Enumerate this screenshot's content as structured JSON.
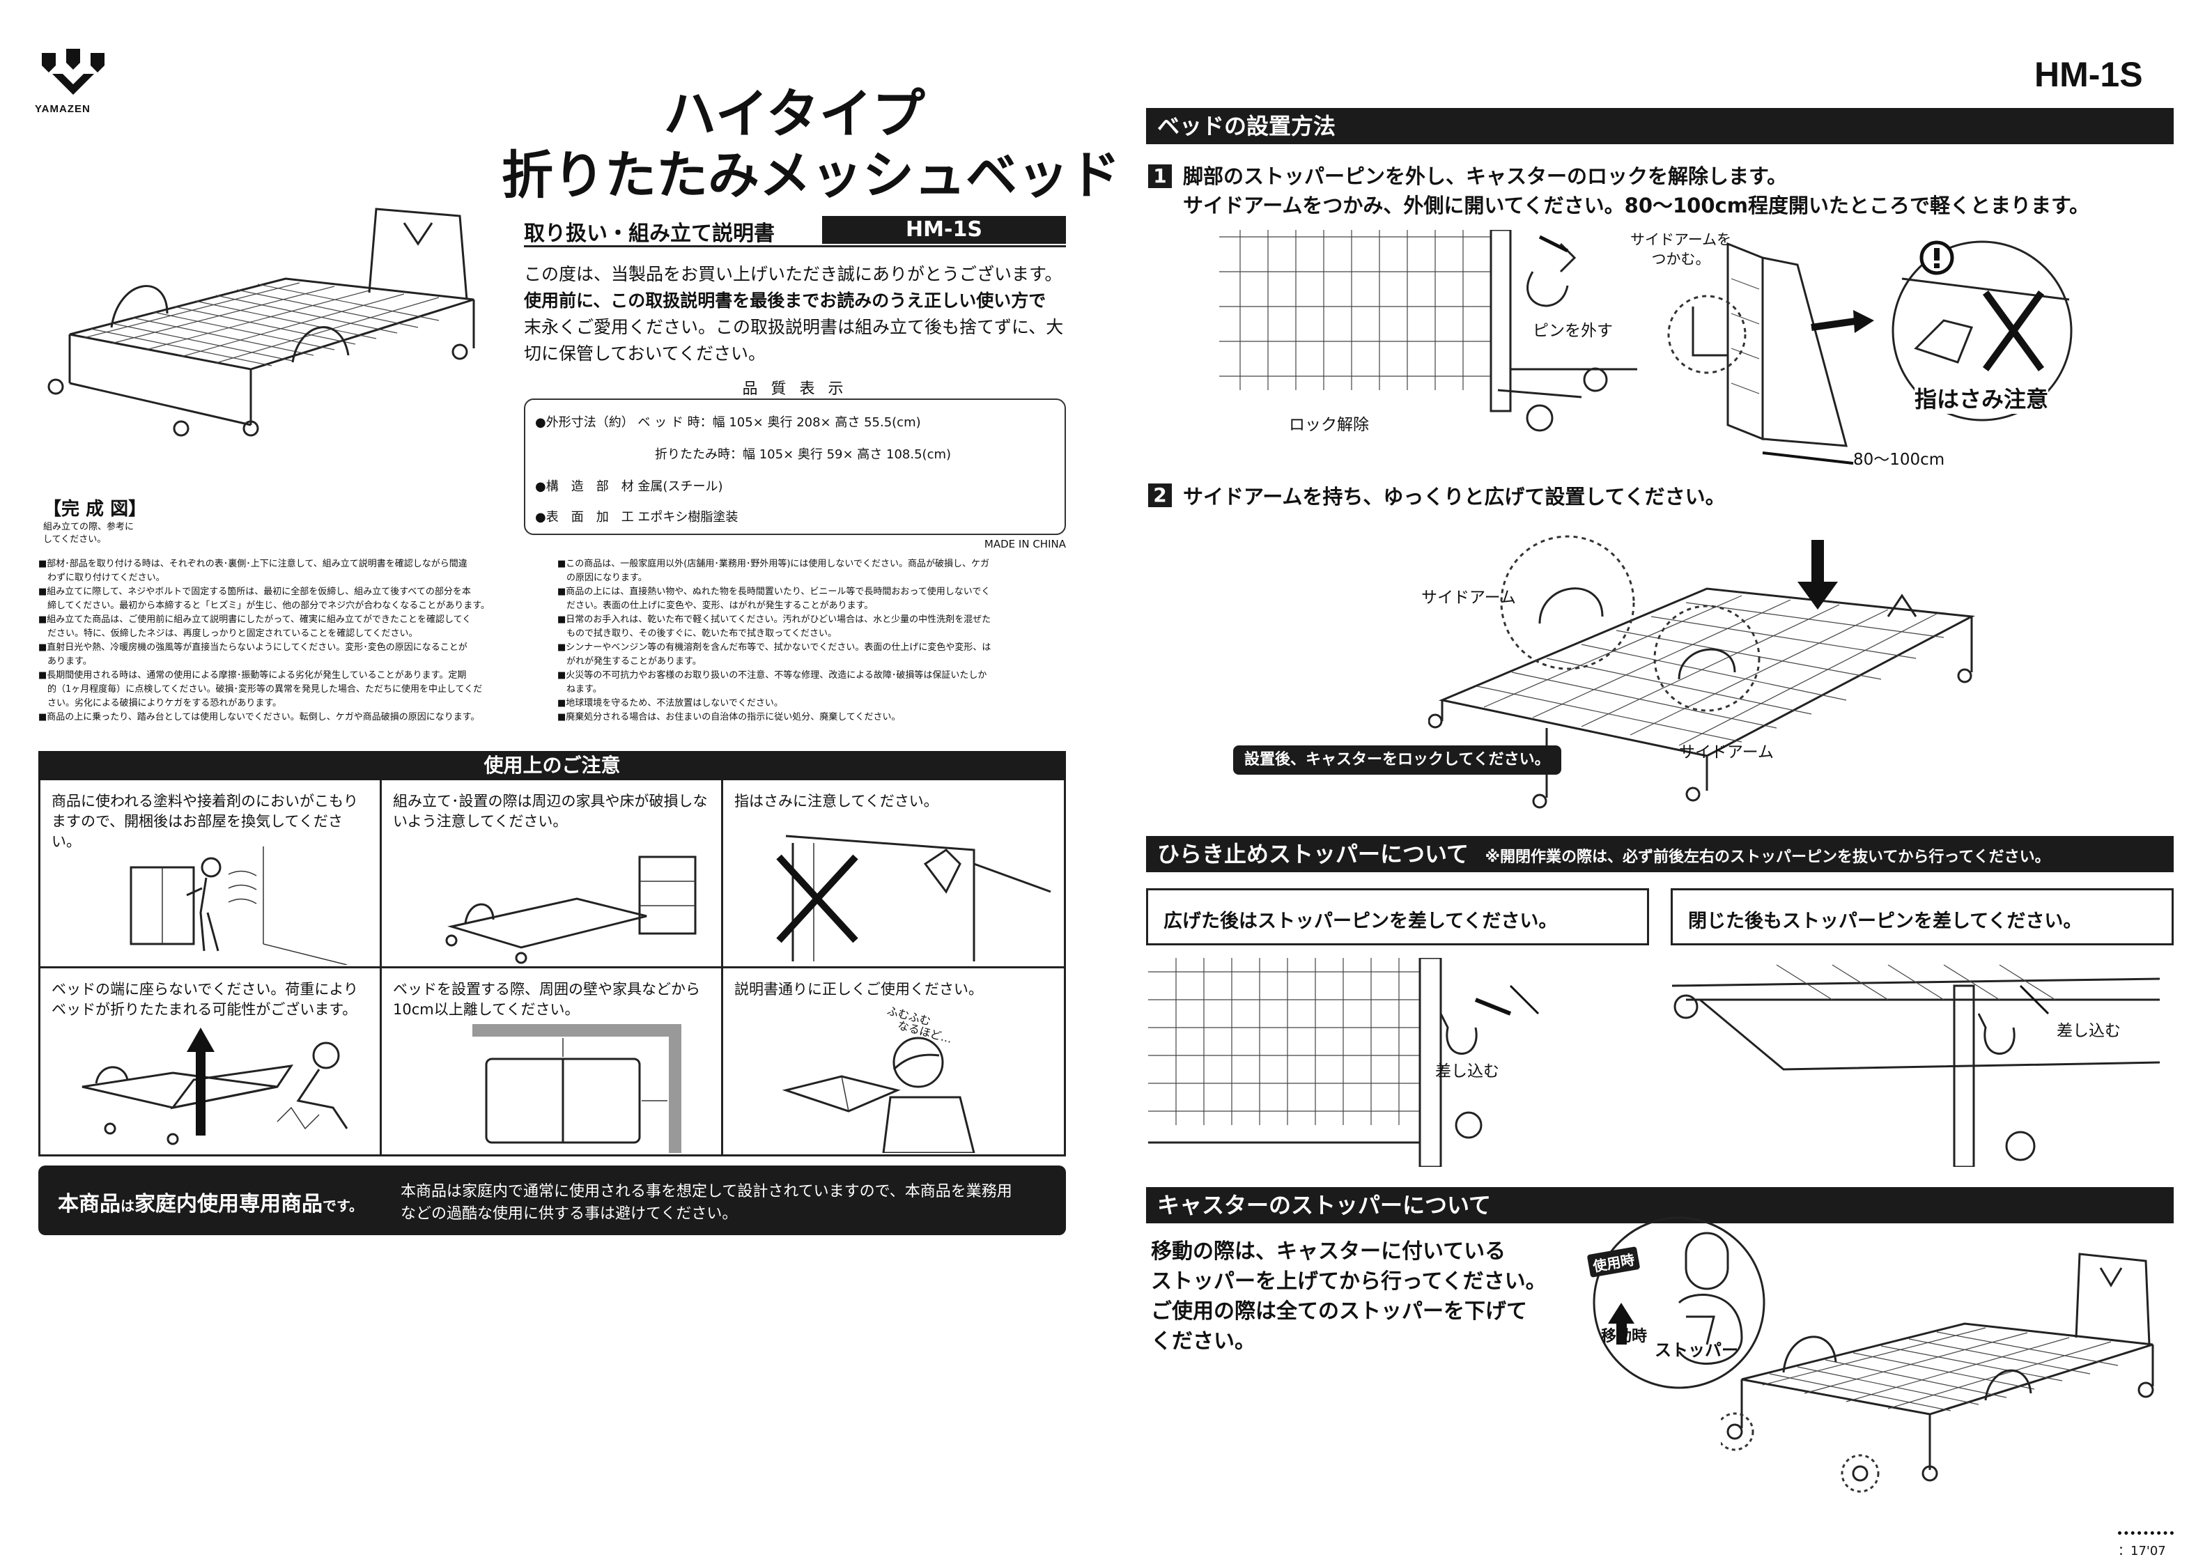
{
  "brand": {
    "name": "YAMAZEN"
  },
  "header": {
    "model_top_right": "HM-1S",
    "title_line1": "ハイタイプ",
    "title_line2": "折りたたみメッシュベッド",
    "subtitle": "取り扱い・組み立て説明書",
    "model_badge": "HM-1S"
  },
  "intro": {
    "line1": "この度は、当製品をお買い上げいただき誠にありがとうございます。",
    "line2": "使用前に、この取扱説明書を最後までお読みのうえ正しい使い方で",
    "line3": "末永くご愛用ください。この取扱説明書は組み立て後も捨てずに、大",
    "line4": "切に保管しておいてください。"
  },
  "quality": {
    "heading": "品 質 表 示",
    "row1": "●外形寸法（約）  ベ ッ ド 時：幅 105× 奥行 208× 高さ 55.5(cm)",
    "row2": "折りたたみ時：幅 105× 奥行 59× 高さ 108.5(cm)",
    "row3": "●構　造　部　材  金属(スチール)",
    "row4": "●表　面　加　工  エポキシ樹脂塗装",
    "made_in": "MADE IN CHINA"
  },
  "completed": {
    "heading": "【完 成 図】",
    "note1": "組み立ての際、参考に",
    "note2": "してください。"
  },
  "notes_left": [
    "■部材･部品を取り付ける時は、それぞれの表･裏側･上下に注意して、組み立て説明書を確認しながら間違",
    "　わずに取り付けてください。",
    "■組み立てに際して、ネジやボルトで固定する箇所は、最初に全部を仮締し、組み立て後すべての部分を本",
    "　締してください。最初から本締すると「ヒズミ」が生じ、他の部分でネジ穴が合わなくなることがあります。",
    "■組み立てた商品は、ご使用前に組み立て説明書にしたがって、確実に組み立てができたことを確認してく",
    "　ださい。特に、仮締したネジは、再度しっかりと固定されていることを確認してください。",
    "■直射日光や熱、冷暖房機の強風等が直接当たらないようにしてください。変形･変色の原因になることが",
    "　あります。",
    "■長期間使用される時は、通常の使用による摩擦･振動等による劣化が発生していることがあります。定期",
    "　的（1ヶ月程度毎）に点検してください。破損･変形等の異常を発見した場合、ただちに使用を中止してくだ",
    "　さい。劣化による破損によりケガをする恐れがあります。",
    "■商品の上に乗ったり、踏み台としては使用しないでください。転倒し、ケガや商品破損の原因になります。"
  ],
  "notes_right": [
    "■この商品は、一般家庭用以外(店舗用･業務用･野外用等)には使用しないでください。商品が破損し、ケガ",
    "　の原因になります。",
    "■商品の上には、直接熱い物や、ぬれた物を長時間置いたり、ビニール等で長時間おおって使用しないでく",
    "　ださい。表面の仕上げに変色や、変形、はがれが発生することがあります。",
    "■日常のお手入れは、乾いた布で軽く拭いてください。汚れがひどい場合は、水と少量の中性洗剤を混ぜた",
    "　もので拭き取り、その後すぐに、乾いた布で拭き取ってください。",
    "■シンナーやベンジン等の有機溶剤を含んだ布等で、拭かないでください。表面の仕上げに変色や変形、は",
    "　がれが発生することがあります。",
    "■火災等の不可抗力やお客様のお取り扱いの不注意、不等な修理、改造による故障･破損等は保証いたしか",
    "　ねます。",
    "■地球環境を守るため、不法放置はしないでください。",
    "■廃棄処分される場合は、お住まいの自治体の指示に従い処分、廃棄してください。"
  ],
  "caution": {
    "heading": "使用上のご注意",
    "cell1": "商品に使われる塗料や接着剤のにおいがこもりますので、開梱後はお部屋を換気してください。",
    "cell2": "組み立て･設置の際は周辺の家具や床が破損しないよう注意してください。",
    "cell3": "指はさみに注意してください。",
    "cell4": "ベッドの端に座らないでください。荷重によりベッドが折りたたまれる可能性がございます。",
    "cell5": "ベッドを設置する際、周囲の壁や家具などから10cm以上離してください。",
    "cell6": "説明書通りに正しくご使用ください。",
    "onomatopoeia1": "ふむふむ",
    "onomatopoeia2": "なるほど…"
  },
  "home_use": {
    "title_main": "本商品",
    "title_small1": "は",
    "title_main2": "家庭内使用専用商品",
    "title_small2": "です。",
    "text_line1": "本商品は家庭内で通常に使用される事を想定して設計されていますので、本商品を業務用",
    "text_line2": "などの過酷な使用に供する事は避けてください。"
  },
  "setup": {
    "heading": "ベッドの設置方法",
    "step1_num": "1",
    "step1_line1": "脚部のストッパーピンを外し、キャスターのロックを解除します。",
    "step1_line2": "サイドアームをつかみ、外側に開いてください。80〜100cm程度開いたところで軽くとまります。",
    "label_pin_remove": "ピンを外す",
    "label_lock_release": "ロック解除",
    "label_grab_line1": "サイドアームを",
    "label_grab_line2": "つかむ。",
    "label_distance": "80〜100cm",
    "label_finger": "指はさみ注意",
    "step2_num": "2",
    "step2_text": "サイドアームを持ち、ゆっくりと広げて設置してください。",
    "label_side_arm_a": "サイドアーム",
    "label_side_arm_b": "サイドアーム",
    "label_lock_caster": "設置後、キャスターをロックしてください。"
  },
  "stopper": {
    "heading": "ひらき止めストッパーについて",
    "note": "※開閉作業の際は、必ず前後左右のストッパーピンを抜いてから行ってください。",
    "box1": "広げた後はストッパーピンを差してください。",
    "box2": "閉じた後もストッパーピンを差してください。",
    "label_insert1": "差し込む",
    "label_insert2": "差し込む"
  },
  "caster": {
    "heading": "キャスターのストッパーについて",
    "line1": "移動の際は、キャスターに付いている",
    "line2": "ストッパーを上げてから行ってください。",
    "line3": "ご使用の際は全てのストッパーを下げて",
    "line4": "ください。",
    "label_use": "使用時",
    "label_move": "移動時",
    "label_stopper": "ストッパー"
  },
  "footer": {
    "code": "：17'07"
  }
}
